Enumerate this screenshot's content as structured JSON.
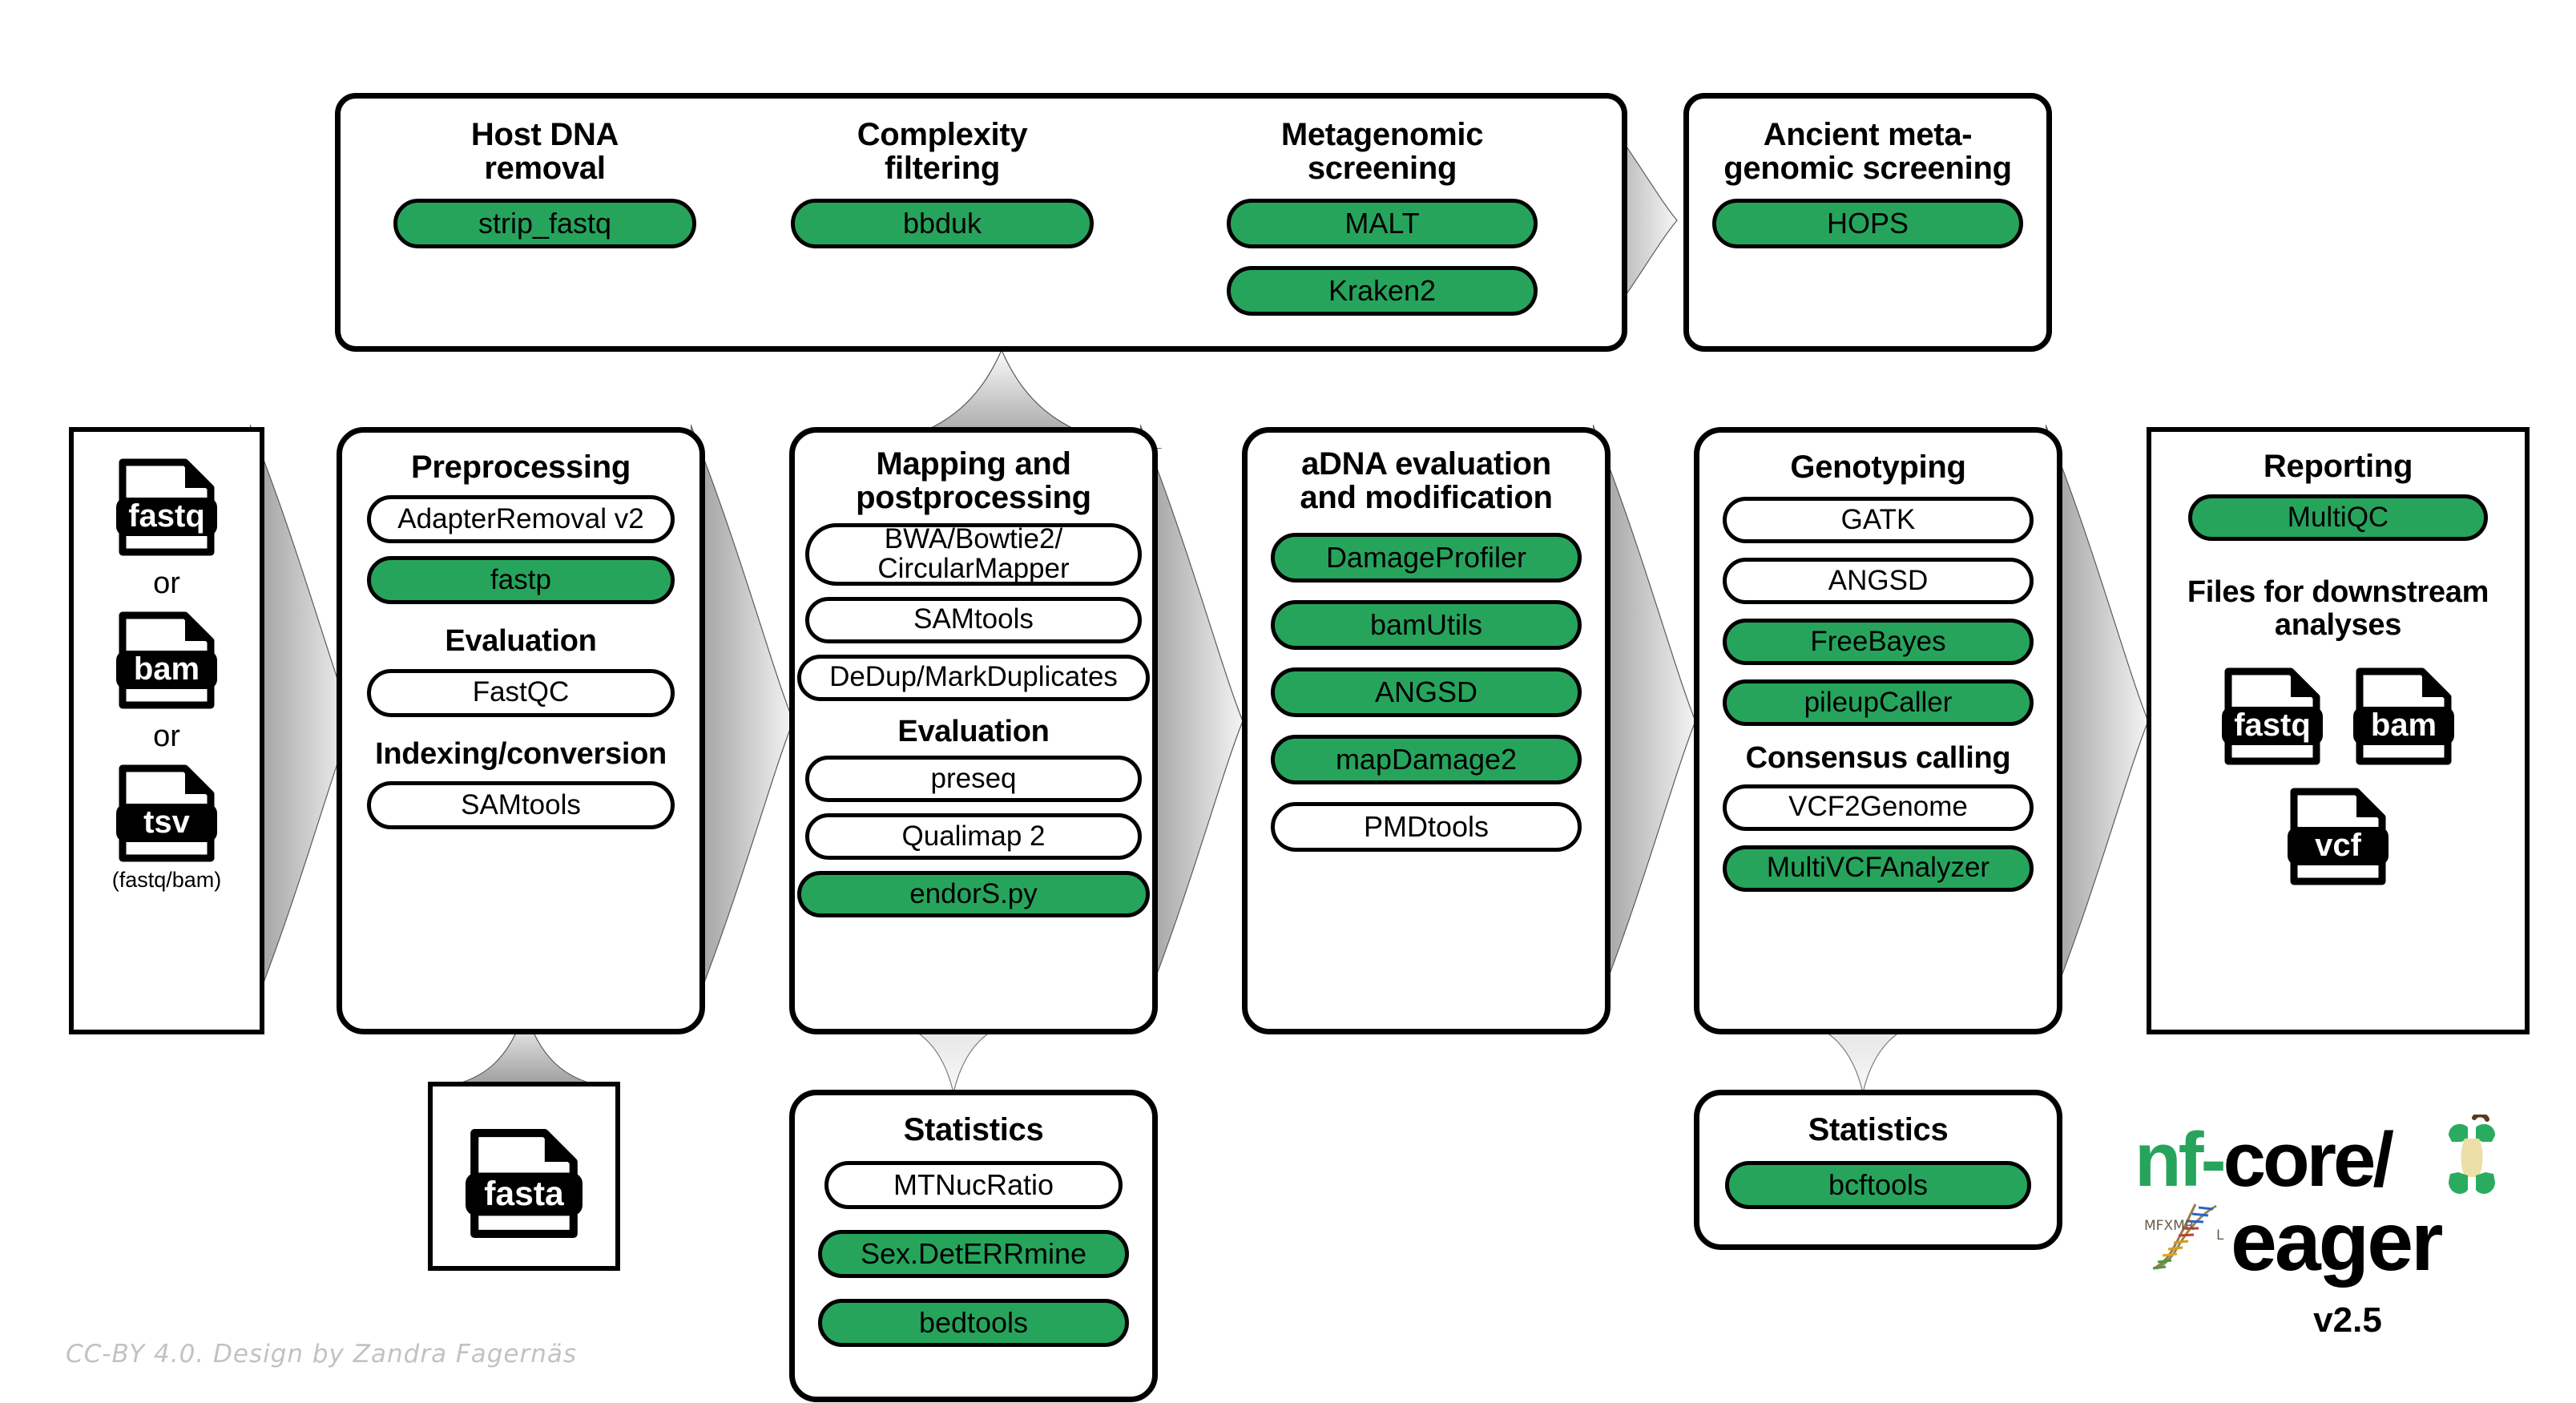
{
  "diagram": {
    "title": "nf-core/eager pipeline overview",
    "accent_green": "#27a45c",
    "credits": "CC-BY 4.0. Design by Zandra Fagernäs"
  },
  "logo": {
    "nf": "nf-",
    "core": "core/",
    "eager": "eager",
    "version": "v2.5",
    "apple_icon": "apple-core-icon",
    "dna_icon": "dna-helix-icon"
  },
  "input": {
    "files": [
      {
        "label": "fastq",
        "icon": "fastq-file-icon"
      },
      {
        "label": "bam",
        "icon": "bam-file-icon"
      },
      {
        "label": "tsv",
        "icon": "tsv-file-icon"
      }
    ],
    "separator": "or",
    "note": "(fastq/bam)"
  },
  "reference": {
    "file": {
      "label": "fasta",
      "icon": "fasta-file-icon"
    }
  },
  "top_row": {
    "sections": [
      {
        "title": "Host DNA\nremoval",
        "title_lines": [
          "Host DNA",
          "removal"
        ],
        "tools": [
          {
            "name": "strip_fastq",
            "highlighted": true
          }
        ]
      },
      {
        "title_lines": [
          "Complexity",
          "filtering"
        ],
        "tools": [
          {
            "name": "bbduk",
            "highlighted": true
          }
        ]
      },
      {
        "title_lines": [
          "Metagenomic",
          "screening"
        ],
        "tools": [
          {
            "name": "MALT",
            "highlighted": true
          },
          {
            "name": "Kraken2",
            "highlighted": true
          }
        ]
      }
    ],
    "ancient": {
      "title_lines": [
        "Ancient meta-",
        "genomic screening"
      ],
      "tools": [
        {
          "name": "HOPS",
          "highlighted": true
        }
      ]
    }
  },
  "main_columns": [
    {
      "title_lines": [
        "Preprocessing"
      ],
      "groups": [
        {
          "heading": null,
          "tools": [
            {
              "name": "AdapterRemoval v2",
              "highlighted": false
            },
            {
              "name": "fastp",
              "highlighted": true
            }
          ]
        },
        {
          "heading": "Evaluation",
          "tools": [
            {
              "name": "FastQC",
              "highlighted": false
            }
          ]
        },
        {
          "heading": "Indexing/conversion",
          "tools": [
            {
              "name": "SAMtools",
              "highlighted": false
            }
          ]
        }
      ]
    },
    {
      "title_lines": [
        "Mapping and",
        "postprocessing"
      ],
      "groups": [
        {
          "heading": null,
          "tools": [
            {
              "name": "BWA/Bowtie2/\nCircularMapper",
              "highlighted": false
            },
            {
              "name": "SAMtools",
              "highlighted": false
            },
            {
              "name": "DeDup/MarkDuplicates",
              "highlighted": false
            }
          ]
        },
        {
          "heading": "Evaluation",
          "tools": [
            {
              "name": "preseq",
              "highlighted": false
            },
            {
              "name": "Qualimap 2",
              "highlighted": false
            },
            {
              "name": "endorS.py",
              "highlighted": true
            }
          ]
        }
      ]
    },
    {
      "title_lines": [
        "aDNA evaluation",
        "and modification"
      ],
      "groups": [
        {
          "heading": null,
          "tools": [
            {
              "name": "DamageProfiler",
              "highlighted": true
            },
            {
              "name": "bamUtils",
              "highlighted": true
            },
            {
              "name": "ANGSD",
              "highlighted": true
            },
            {
              "name": "mapDamage2",
              "highlighted": true
            },
            {
              "name": "PMDtools",
              "highlighted": false
            }
          ]
        }
      ]
    },
    {
      "title_lines": [
        "Genotyping"
      ],
      "groups": [
        {
          "heading": null,
          "tools": [
            {
              "name": "GATK",
              "highlighted": false
            },
            {
              "name": "ANGSD",
              "highlighted": false
            },
            {
              "name": "FreeBayes",
              "highlighted": true
            },
            {
              "name": "pileupCaller",
              "highlighted": true
            }
          ]
        },
        {
          "heading": "Consensus calling",
          "tools": [
            {
              "name": "VCF2Genome",
              "highlighted": false
            },
            {
              "name": "MultiVCFAnalyzer",
              "highlighted": true
            }
          ]
        }
      ]
    },
    {
      "title_lines": [
        "Reporting"
      ],
      "groups": [
        {
          "heading": null,
          "tools": [
            {
              "name": "MultiQC",
              "highlighted": true
            }
          ]
        },
        {
          "heading": "Files for downstream\nanalyses",
          "heading_lines": [
            "Files for downstream",
            "analyses"
          ],
          "tools": []
        }
      ],
      "output_files": [
        {
          "label": "fastq",
          "icon": "fastq-file-icon"
        },
        {
          "label": "bam",
          "icon": "bam-file-icon"
        },
        {
          "label": "vcf",
          "icon": "vcf-file-icon"
        }
      ]
    }
  ],
  "bottom_row": [
    {
      "title_lines": [
        "Statistics"
      ],
      "tools": [
        {
          "name": "MTNucRatio",
          "highlighted": false
        },
        {
          "name": "Sex.DetERRmine",
          "highlighted": true
        },
        {
          "name": "bedtools",
          "highlighted": true
        }
      ]
    },
    {
      "title_lines": [
        "Statistics"
      ],
      "tools": [
        {
          "name": "bcftools",
          "highlighted": true
        }
      ]
    }
  ]
}
